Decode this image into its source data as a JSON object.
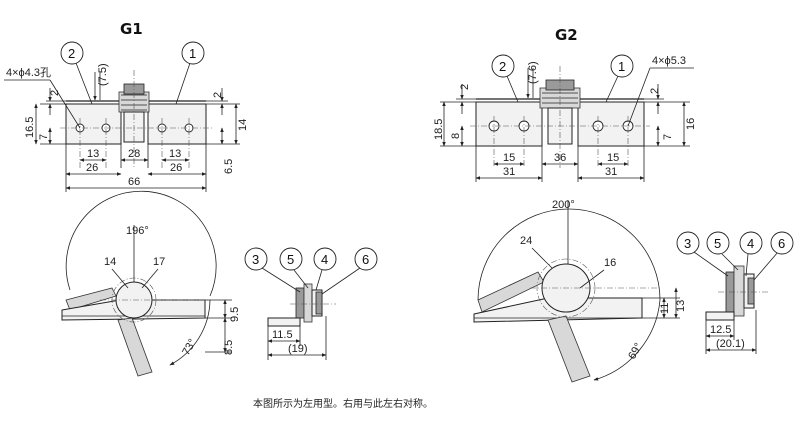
{
  "g1": {
    "title": "G1",
    "holes": "4×ϕ4.3孔",
    "dims": {
      "d7_5": "(7.5)",
      "d2a": "2",
      "d16_5": "16.5",
      "d7": "7",
      "d2b": "2",
      "d14": "14",
      "d6_5": "6.5",
      "d13a": "13",
      "d28": "28",
      "d13b": "13",
      "d26a": "26",
      "d26b": "26",
      "d66": "66"
    },
    "angle_main": "196°",
    "angle_small": "73°",
    "labels": {
      "c14": "14",
      "c17": "17"
    },
    "side": {
      "d9_5": "9.5",
      "d8_5": "8.5",
      "d11_5": "11.5",
      "d19": "(19)"
    },
    "balloons": {
      "b2": "2",
      "b1": "1",
      "b3": "3",
      "b5": "5",
      "b4": "4",
      "b6": "6"
    }
  },
  "g2": {
    "title": "G2",
    "holes": "4×ϕ5.3",
    "dims": {
      "d7_6": "(7.6)",
      "d2a": "2",
      "d18_5": "18.5",
      "d8": "8",
      "d2b": "2",
      "d7": "7",
      "d16": "16",
      "d15a": "15",
      "d36": "36",
      "d15b": "15",
      "d31a": "31",
      "d31b": "31"
    },
    "angle_main": "200°",
    "angle_small": "69°",
    "labels": {
      "c24": "24",
      "c16": "16"
    },
    "side": {
      "d11": "11",
      "d13": "13",
      "d12_5": "12.5",
      "d20_1": "(20.1)"
    },
    "balloons": {
      "b2": "2",
      "b1": "1",
      "b3": "3",
      "b5": "5",
      "b4": "4",
      "b6": "6"
    }
  },
  "note": "本图所示为左用型。右用与此左右对称。"
}
